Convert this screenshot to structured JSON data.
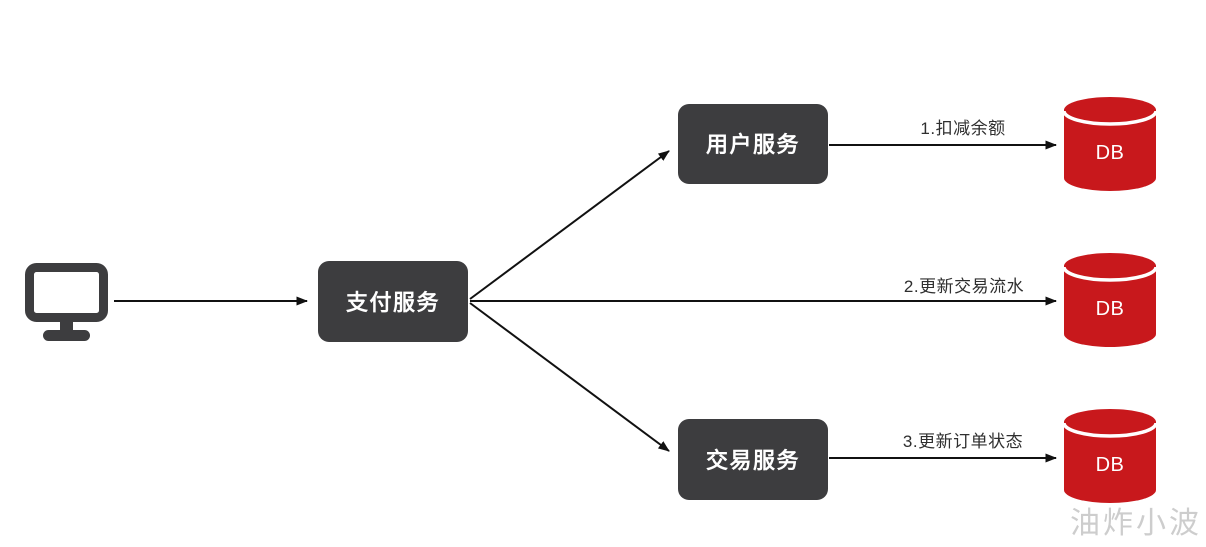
{
  "diagram": {
    "client": {
      "icon": "monitor-icon"
    },
    "nodes": {
      "payment": {
        "label": "支付服务"
      },
      "user": {
        "label": "用户服务"
      },
      "trade": {
        "label": "交易服务"
      }
    },
    "databases": [
      "DB",
      "DB",
      "DB"
    ],
    "edge_labels": [
      "1.扣减余额",
      "2.更新交易流水",
      "3.更新订单状态"
    ],
    "watermark": "油炸小波",
    "colors": {
      "node_fill": "#3d3d3f",
      "node_text": "#ffffff",
      "db_fill": "#c8181c",
      "db_text": "#ffffff",
      "arrow": "#111111",
      "label_text": "#2f2f2f",
      "watermark_text": "#c9c9c9",
      "background": "#ffffff"
    }
  }
}
